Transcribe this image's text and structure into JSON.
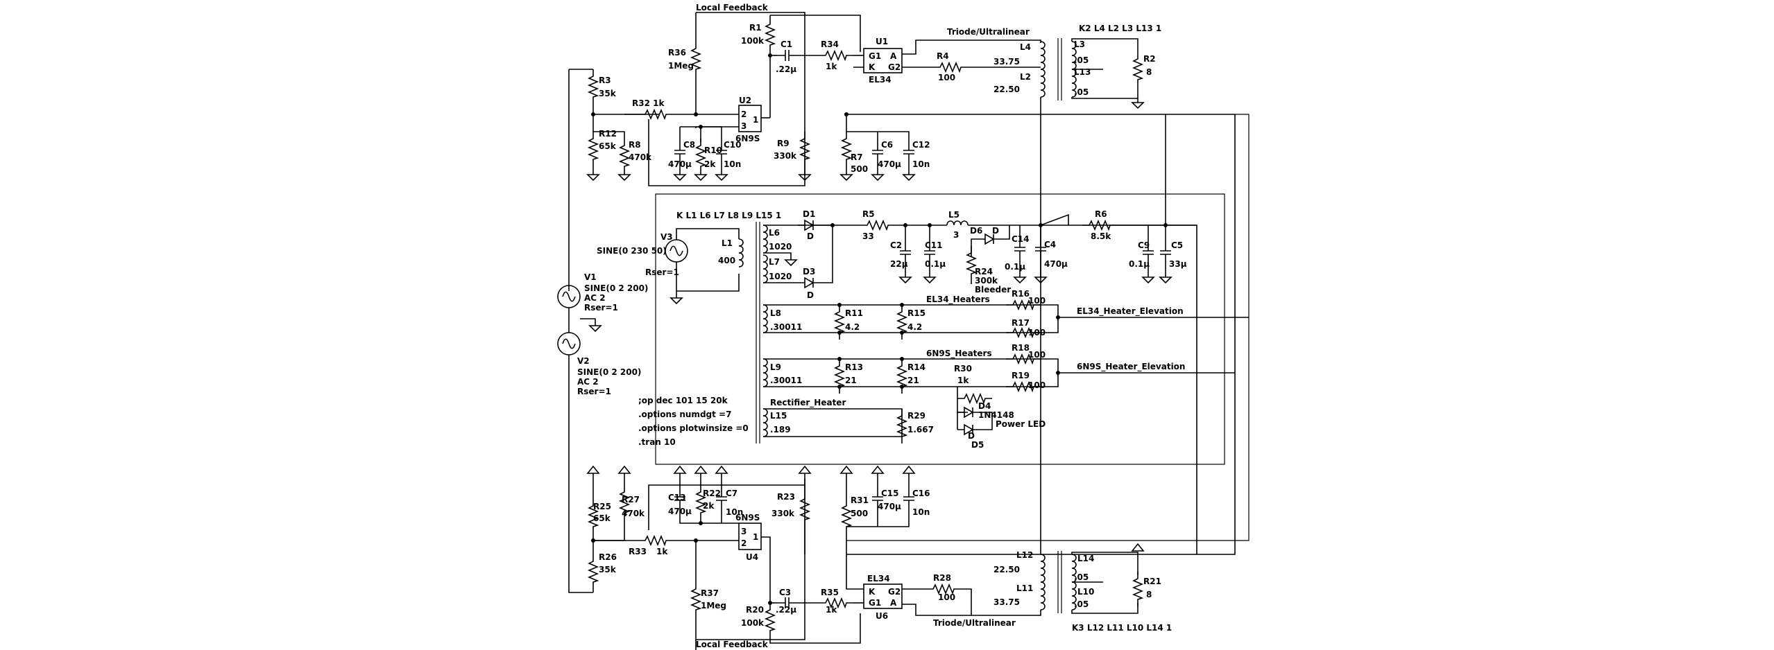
{
  "schematic": {
    "directives": [
      ";op dec 101 15 20k",
      ".options numdgt =7",
      ".options plotwinsize =0",
      ".tran 10"
    ],
    "coupling_top": "K2 L4 L2 L3 L13 1",
    "coupling_bottom": "K3 L12 L11 L10 L14 1",
    "coupling_power": "K L1 L6 L7 L8 L9 L15 1",
    "net_labels": {
      "local_feedback": "Local Feedback",
      "triode_ul": "Triode/Ultralinear",
      "el34_heaters": "EL34_Heaters",
      "el34_heater_elev": "EL34_Heater_Elevation",
      "6n9s_heaters": "6N9S_Heaters",
      "6n9s_heater_elev": "6N9S_Heater_Elevation",
      "rectifier_heater": "Rectifier_Heater",
      "bleeder": "Bleeder",
      "power_led": "Power LED"
    },
    "sources": {
      "V1": [
        "V1",
        "SINE(0 2 200)",
        "AC 2",
        "Rser=1"
      ],
      "V2": [
        "V2",
        "SINE(0 2 200)",
        "AC 2",
        "Rser=1"
      ],
      "V3": [
        "V3",
        "SINE(0 230 50)",
        "Rser=1"
      ]
    },
    "tubes": {
      "U1": {
        "name": "U1",
        "model": "EL34",
        "pins": [
          "G1",
          "A",
          "K",
          "G2"
        ]
      },
      "U2": {
        "name": "U2",
        "model": "6N9S",
        "pins": [
          "2",
          "3",
          "1"
        ]
      },
      "U4": {
        "name": "U4",
        "model": "6N9S",
        "pins": [
          "3",
          "2",
          "1"
        ]
      },
      "U6": {
        "name": "U6",
        "model": "EL34",
        "pins": [
          "K",
          "G2",
          "G1",
          "A"
        ]
      }
    },
    "components": {
      "R1": [
        "R1",
        "100k"
      ],
      "R2": [
        "R2",
        "8"
      ],
      "R3": [
        "R3",
        "35k"
      ],
      "R4": [
        "R4",
        "100"
      ],
      "R5": [
        "R5",
        "33"
      ],
      "R6": [
        "R6",
        "8.5k"
      ],
      "R7": [
        "R7",
        "500"
      ],
      "R8": [
        "R8",
        "470k"
      ],
      "R9": [
        "R9",
        "330k"
      ],
      "R10": [
        "R10",
        "2k"
      ],
      "R11": [
        "R11",
        "4.2"
      ],
      "R12": [
        "R12",
        "65k"
      ],
      "R13": [
        "R13",
        "21"
      ],
      "R14": [
        "R14",
        "21"
      ],
      "R15": [
        "R15",
        "4.2"
      ],
      "R16": [
        "R16",
        "100"
      ],
      "R17": [
        "R17",
        "100"
      ],
      "R18": [
        "R18",
        "100"
      ],
      "R19": [
        "R19",
        "100"
      ],
      "R20": [
        "R20",
        "100k"
      ],
      "R21": [
        "R21",
        "8"
      ],
      "R22": [
        "R22",
        "2k"
      ],
      "R23": [
        "R23",
        "330k"
      ],
      "R24": [
        "R24",
        "300k"
      ],
      "R25": [
        "R25",
        "65k"
      ],
      "R26": [
        "R26",
        "35k"
      ],
      "R27": [
        "R27",
        "470k"
      ],
      "R28": [
        "R28",
        "100"
      ],
      "R29": [
        "R29",
        "1.667"
      ],
      "R30": [
        "R30",
        "1k"
      ],
      "R31": [
        "R31",
        "500"
      ],
      "R32": [
        "R32",
        "1k"
      ],
      "R33": [
        "R33",
        "1k"
      ],
      "R34": [
        "R34",
        "1k"
      ],
      "R35": [
        "R35",
        "1k"
      ],
      "R36": [
        "R36",
        "1Meg"
      ],
      "R37": [
        "R37",
        "1Meg"
      ],
      "C1": [
        "C1",
        ".22µ"
      ],
      "C2": [
        "C2",
        "22µ"
      ],
      "C3": [
        "C3",
        ".22µ"
      ],
      "C4": [
        "C4",
        "470µ"
      ],
      "C5": [
        "C5",
        "33µ"
      ],
      "C6": [
        "C6",
        "470µ"
      ],
      "C7": [
        "C7",
        "10n"
      ],
      "C8": [
        "C8",
        "470µ"
      ],
      "C9": [
        "C9",
        "0.1µ"
      ],
      "C10": [
        "C10",
        "10n"
      ],
      "C11": [
        "C11",
        "0.1µ"
      ],
      "C12": [
        "C12",
        "10n"
      ],
      "C13": [
        "C13",
        "470µ"
      ],
      "C14": [
        "C14",
        "0.1µ"
      ],
      "C15": [
        "C15",
        "470µ"
      ],
      "C16": [
        "C16",
        "10n"
      ],
      "L1": [
        "L1",
        "400"
      ],
      "L2": [
        "L2",
        "22.50"
      ],
      "L3": [
        "L3",
        ".05"
      ],
      "L4": [
        "L4",
        "33.75"
      ],
      "L5": [
        "L5",
        "3"
      ],
      "L6": [
        "L6",
        "1020"
      ],
      "L7": [
        "L7",
        "1020"
      ],
      "L8": [
        "L8",
        ".30011"
      ],
      "L9": [
        "L9",
        ".30011"
      ],
      "L10": [
        "L10",
        ".05"
      ],
      "L11": [
        "L11",
        "33.75"
      ],
      "L12": [
        "L12",
        "22.50"
      ],
      "L13": [
        "L13",
        ".05"
      ],
      "L14": [
        "L14",
        ".05"
      ],
      "L15": [
        "L15",
        ".189"
      ],
      "D1": [
        "D1",
        "D"
      ],
      "D3": [
        "D3",
        "D"
      ],
      "D4": [
        "D4",
        "1N4148"
      ],
      "D5": [
        "D5",
        "D"
      ],
      "D6": [
        "D6",
        "D"
      ]
    }
  }
}
